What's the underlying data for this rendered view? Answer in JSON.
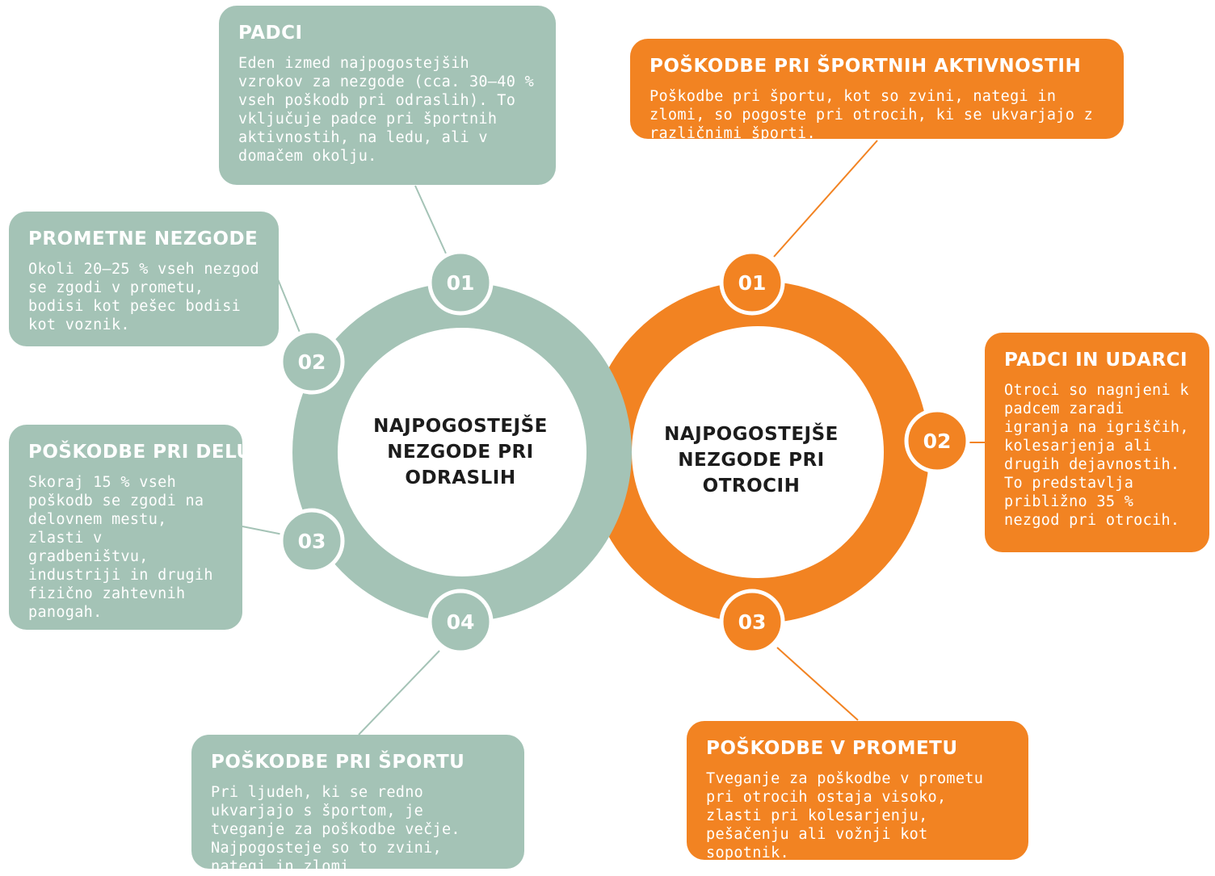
{
  "colors": {
    "adults": "#a4c3b6",
    "children": "#f28322",
    "center_text": "#1c1c1c"
  },
  "adults": {
    "center_title": "NAJPOGOSTEJŠE NEZGODE PRI ODRASLIH",
    "nodes": [
      {
        "number": "01",
        "title": "PADCI",
        "text": "Eden izmed najpogostejših vzrokov za nezgode (cca. 30–40 % vseh poškodb pri odraslih). To vključuje padce pri športnih aktivnostih, na ledu, ali v domačem okolju."
      },
      {
        "number": "02",
        "title": "PROMETNE NEZGODE",
        "text": "Okoli 20–25 % vseh nezgod se zgodi v prometu, bodisi kot pešec bodisi kot voznik."
      },
      {
        "number": "03",
        "title": "POŠKODBE PRI DELU",
        "text": "Skoraj 15 % vseh poškodb se zgodi na delovnem mestu, zlasti v gradbeništvu, industriji in drugih fizično zahtevnih panogah."
      },
      {
        "number": "04",
        "title": "POŠKODBE PRI ŠPORTU",
        "text": "Pri ljudeh, ki se redno ukvarjajo s športom, je tveganje za poškodbe večje. Najpogosteje so to zvini, nategi in zlomi."
      }
    ]
  },
  "children": {
    "center_title": "NAJPOGOSTEJŠE NEZGODE PRI OTROCIH",
    "nodes": [
      {
        "number": "01",
        "title": "POŠKODBE PRI ŠPORTNIH AKTIVNOSTIH",
        "text": "Poškodbe pri športu, kot so zvini, nategi in zlomi, so pogoste pri otrocih, ki se ukvarjajo z različnimi športi."
      },
      {
        "number": "02",
        "title": "PADCI IN UDARCI",
        "text": "Otroci so nagnjeni k padcem zaradi igranja na igriščih, kolesarjenja ali drugih dejavnostih. To predstavlja približno 35 % nezgod pri otrocih."
      },
      {
        "number": "03",
        "title": "POŠKODBE V PROMETU",
        "text": "Tveganje za poškodbe v prometu pri otrocih ostaja visoko, zlasti pri kolesarjenju, pešačenju ali vožnji kot sopotnik."
      }
    ]
  }
}
